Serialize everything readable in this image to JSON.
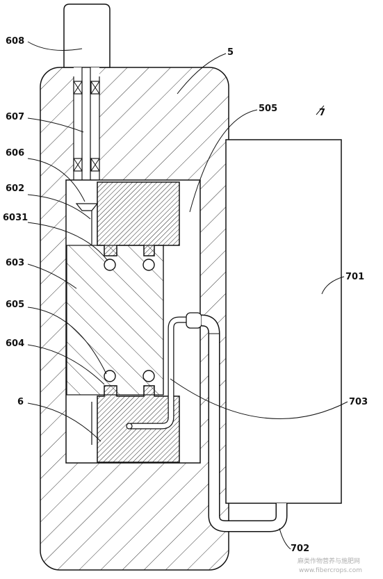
{
  "labels": {
    "l608": "608",
    "l5": "5",
    "l505": "505",
    "l7": "7",
    "l607": "607",
    "l606": "606",
    "l602": "602",
    "l6031": "6031",
    "l603": "603",
    "l701": "701",
    "l605": "605",
    "l604": "604",
    "l6": "6",
    "l703": "703",
    "l702": "702"
  },
  "watermark": {
    "line1": "麻类作物营养与施肥网",
    "line2": "www.fibercrops.com"
  }
}
